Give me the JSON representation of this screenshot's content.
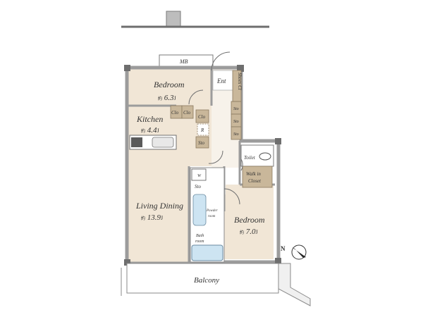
{
  "rooms": {
    "bedroom1": {
      "name": "Bedroom",
      "area": "6.3"
    },
    "kitchen": {
      "name": "Kitchen",
      "area": "4.4"
    },
    "living": {
      "name": "Living Dining",
      "area": "13.9"
    },
    "bedroom2": {
      "name": "Bedroom",
      "area": "7.0"
    },
    "entrance": "Ent",
    "mb": "MB",
    "shoe_closet": "Shoes Cl",
    "toilet": "Toilet",
    "walkin": "Walk in Closet",
    "powder": "Powder room",
    "bath": "Bath room",
    "balcony": "Balcony"
  },
  "storage_labels": {
    "clo": "Clo",
    "sto": "Sto",
    "r": "R",
    "w": "W"
  },
  "area_prefix": "約",
  "area_unit": "J",
  "compass": "N",
  "colors": {
    "floor_warm": "#f1e6d6",
    "floor_light": "#f7f2ea",
    "wall": "#9c9c9c",
    "wall_dark": "#6e6e6e",
    "storage": "#c9b79a",
    "bath": "#cde4f2"
  }
}
